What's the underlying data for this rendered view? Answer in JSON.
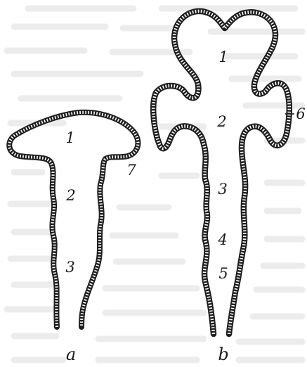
{
  "figure": {
    "panel_a": {
      "caption": "a",
      "labels": [
        "1",
        "2",
        "3",
        "7"
      ]
    },
    "panel_b": {
      "caption": "b",
      "labels": [
        "1",
        "2",
        "3",
        "4",
        "5",
        "6"
      ]
    }
  }
}
